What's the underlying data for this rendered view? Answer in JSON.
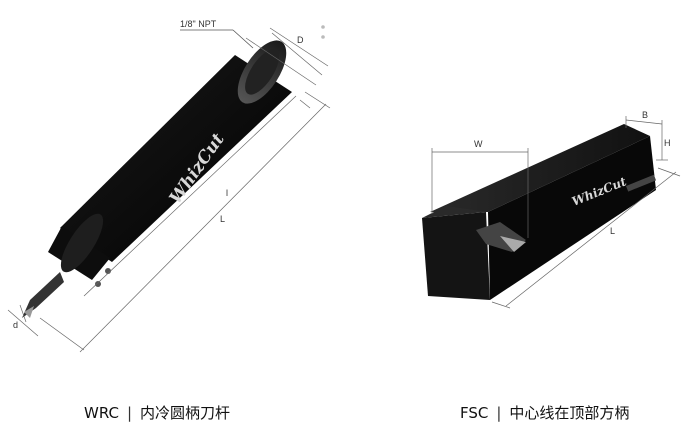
{
  "left_product": {
    "brand": "WhizCut",
    "labels": {
      "npt": "1/8\" NPT",
      "D": "D",
      "l": "l",
      "L": "L",
      "d": "d"
    },
    "caption": {
      "code": "WRC",
      "separator": "|",
      "name": "内冷圆柄刀杆"
    }
  },
  "right_product": {
    "brand": "WhizCut",
    "labels": {
      "W": "W",
      "B": "B",
      "H": "H",
      "L": "L"
    },
    "caption": {
      "code": "FSC",
      "separator": "|",
      "name": "中心线在顶部方柄"
    }
  }
}
